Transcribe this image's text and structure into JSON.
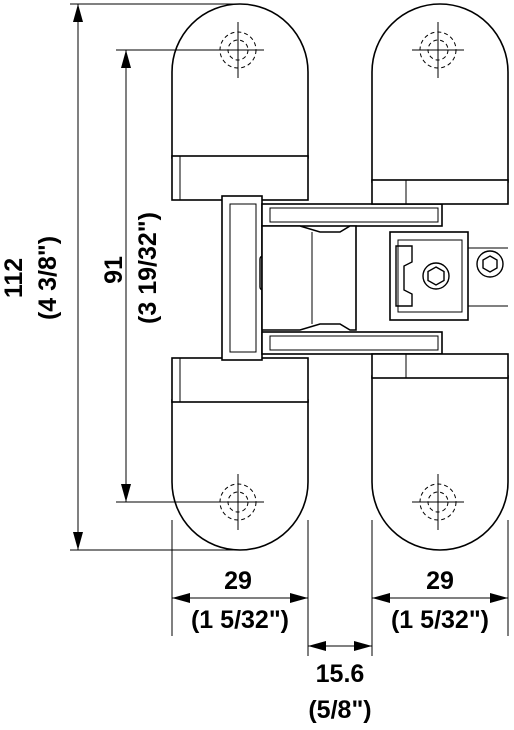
{
  "dimensions": {
    "overall_height": {
      "value": "112",
      "imperial": "(4 3/8\")"
    },
    "screw_spacing": {
      "value": "91",
      "imperial": "(3 19/32\")"
    },
    "left_leaf_width": {
      "value": "29",
      "imperial": "(1 5/32\")"
    },
    "right_leaf_width": {
      "value": "29",
      "imperial": "(1 5/32\")"
    },
    "gap": {
      "value": "15.6",
      "imperial": "(5/8\")"
    }
  },
  "colors": {
    "line": "#000000",
    "background": "#ffffff"
  }
}
